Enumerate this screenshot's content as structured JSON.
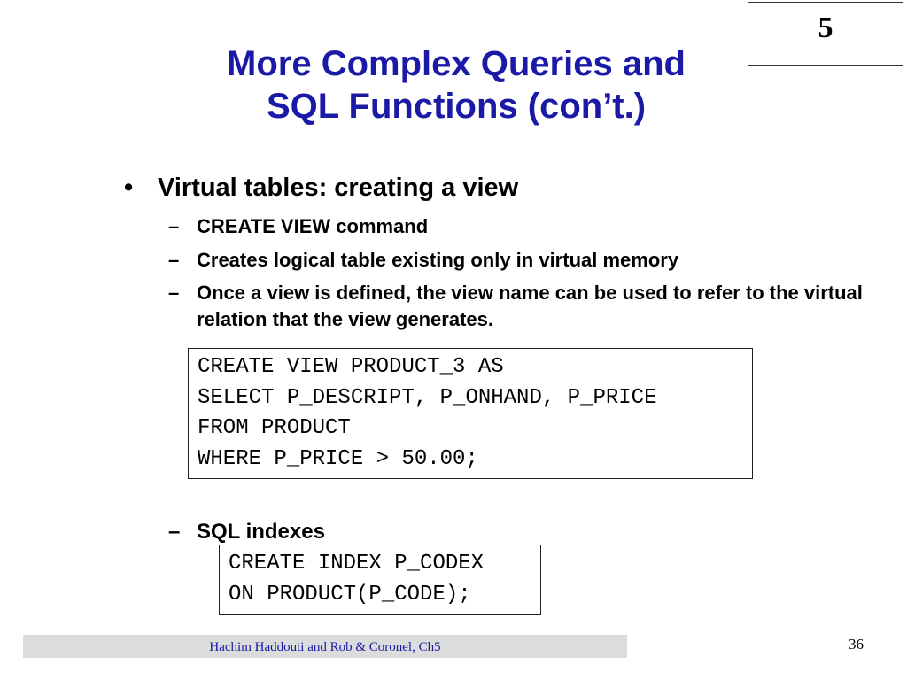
{
  "chapter": "5",
  "title": {
    "line1": "More Complex Queries and",
    "line2": "SQL Functions (con’t.)"
  },
  "bullet": {
    "symbol": "•",
    "text": "Virtual tables: creating a view"
  },
  "subitems": [
    {
      "dash": "–",
      "text": "CREATE VIEW command"
    },
    {
      "dash": "–",
      "text": "Creates logical table existing only in virtual memory"
    },
    {
      "dash": "–",
      "text": "Once a view is defined, the view name can be used to refer to the virtual relation that the view generates."
    }
  ],
  "code_view": [
    "CREATE VIEW PRODUCT_3 AS",
    "SELECT P_DESCRIPT, P_ONHAND, P_PRICE",
    "FROM PRODUCT",
    "WHERE P_PRICE > 50.00;"
  ],
  "indexes": {
    "dash": "–",
    "text": "SQL indexes"
  },
  "code_index": [
    "CREATE INDEX P_CODEX",
    "ON PRODUCT(P_CODE);"
  ],
  "footer": "Hachim Haddouti and  Rob & Coronel, Ch5",
  "page_number": "36"
}
